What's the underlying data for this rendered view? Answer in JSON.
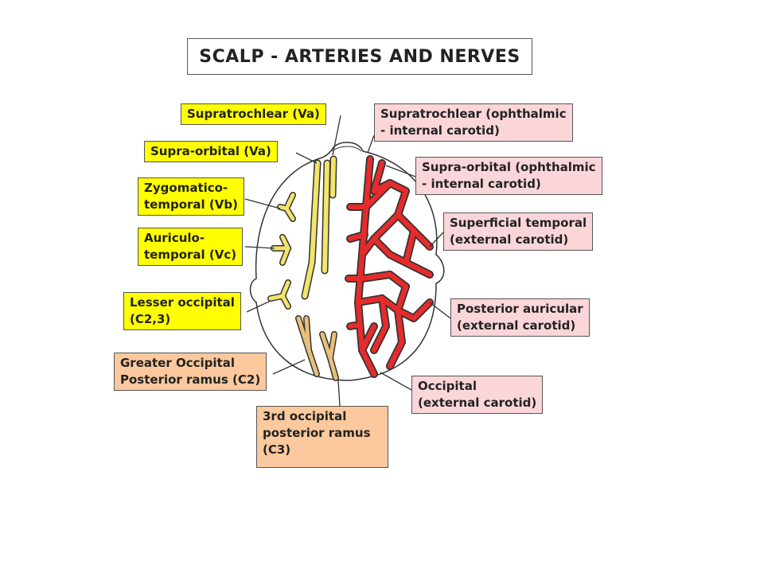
{
  "title": "SCALP - ARTERIES AND NERVES",
  "nerves": {
    "supratrochlear": "Supratrochlear (Va)",
    "supraorbital": "Supra-orbital (Va)",
    "zygomatico_line1": "Zygomatico-",
    "zygomatico_line2": "temporal (Vb)",
    "auriculo_line1": "Auriculo-",
    "auriculo_line2": "temporal (Vc)",
    "lesser_line1": "Lesser occipital",
    "lesser_line2": "(C2,3)",
    "greater_line1": "Greater Occipital",
    "greater_line2": "Posterior ramus (C2)",
    "third_line1": "3rd occipital",
    "third_line2": "posterior ramus",
    "third_line3": "(C3)"
  },
  "arteries": {
    "supratrochlear_line1": "Supratrochlear (ophthalmic",
    "supratrochlear_line2": "- internal carotid)",
    "supraorbital_line1": "Supra-orbital (ophthalmic",
    "supraorbital_line2": "- internal carotid)",
    "superficial_line1": "Superficial temporal",
    "superficial_line2": "(external carotid)",
    "posterior_line1": "Posterior auricular",
    "posterior_line2": "(external carotid)",
    "occipital_line1": "Occipital",
    "occipital_line2": "(external carotid)"
  },
  "colors": {
    "nerve_fill": "#ffff00",
    "artery_fill": "#fbd6d9",
    "occipital_nerve_fill": "#fbc99d",
    "artery_vessel": "#e52b2b",
    "nerve_vessel": "#f3e46a",
    "occipital_nerve_vessel": "#e8c07a"
  }
}
